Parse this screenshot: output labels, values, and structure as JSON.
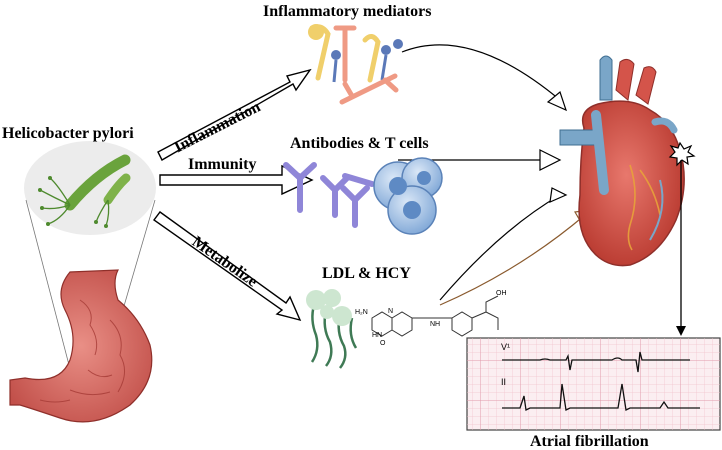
{
  "nodes": {
    "pathogen": "Helicobacter pylori",
    "mediators": "Inflammatory mediators",
    "antibodies": "Antibodies & T cells",
    "ldl": "LDL & HCY",
    "outcome": "Atrial fibrillation"
  },
  "pathways": {
    "inflammation": "Inflammation",
    "immunity": "Immunity",
    "metabolize": "Metabolize"
  },
  "ecg": {
    "lead_top": "V¹",
    "lead_bottom": "II"
  },
  "molecule": {
    "h2n": "H₂N",
    "o1": "O",
    "oh": "OH",
    "hn": "HN",
    "n": "N",
    "nh": "NH"
  },
  "colors": {
    "heart_red": "#d4544a",
    "vessel_blue": "#7aa6c8",
    "stomach_pink": "#d9736d",
    "bacteria_green": "#7fb24a",
    "ecg_grid": "#f2c6cf"
  }
}
